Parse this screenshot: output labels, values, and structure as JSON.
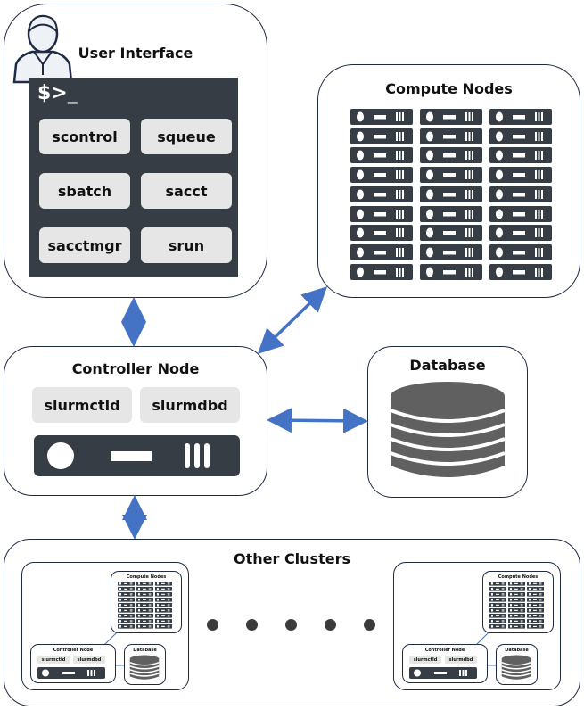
{
  "user_interface": {
    "title": "User Interface",
    "prompt": "$>_",
    "commands": [
      "scontrol",
      "squeue",
      "sbatch",
      "sacct",
      "sacctmgr",
      "srun"
    ],
    "icon": "user-icon"
  },
  "compute_nodes": {
    "title": "Compute Nodes",
    "rack_columns": 3,
    "rack_rows": 9,
    "icon": "server-icon"
  },
  "controller_node": {
    "title": "Controller Node",
    "daemons": [
      "slurmctld",
      "slurmdbd"
    ],
    "icon": "server-icon"
  },
  "database": {
    "title": "Database",
    "icon": "database-icon"
  },
  "other_clusters": {
    "title": "Other Clusters",
    "ellipsis_dots": 5,
    "mini_cluster": {
      "compute_title": "Compute Nodes",
      "controller_title": "Controller Node",
      "database_title": "Database",
      "daemons": [
        "slurmctld",
        "slurmdbd"
      ]
    }
  },
  "colors": {
    "arrow": "#4472c4",
    "dark_panel": "#363d45",
    "pill": "#e6e6e6",
    "db": "#606060",
    "border": "#1f2a44"
  }
}
